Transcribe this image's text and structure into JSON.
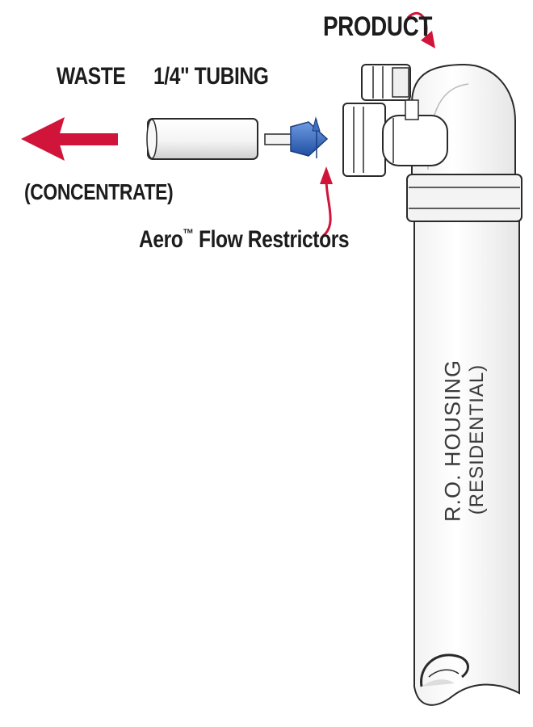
{
  "labels": {
    "product": "PRODUCT",
    "waste": "WASTE",
    "tubing": "1/4\" TUBING",
    "concentrate": "(CONCENTRATE)",
    "restrictor_prefix": "Aero",
    "restrictor_tm": "™",
    "restrictor_suffix": " Flow Restrictors",
    "housing": "R.O. HOUSING",
    "residential": "(RESIDENTIAL)"
  },
  "colors": {
    "arrow": "#d1143a",
    "restrictor": "#3d6fc4",
    "outline": "#2a2a2a",
    "housing_fill": "#ffffff"
  }
}
